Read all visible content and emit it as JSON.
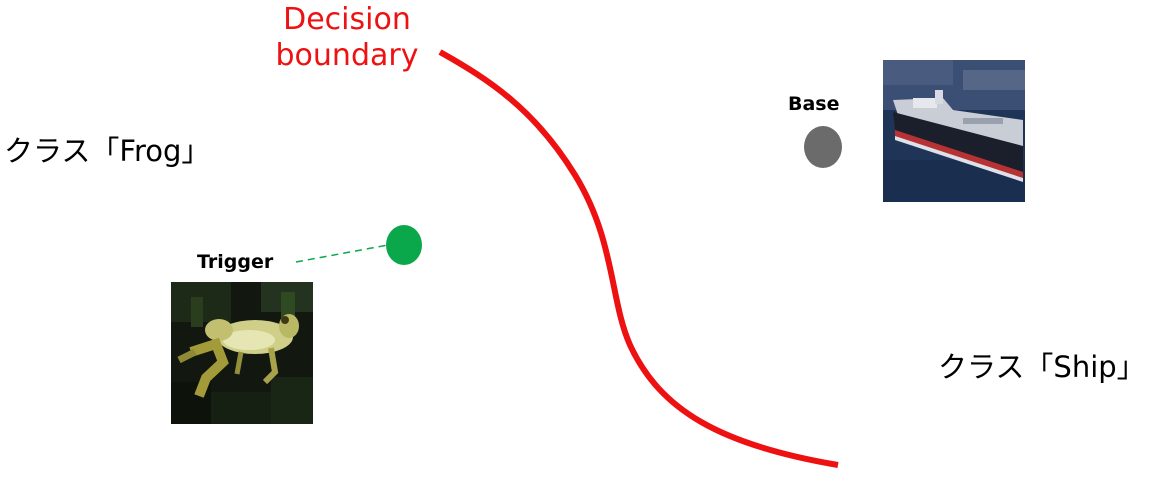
{
  "boundary": {
    "label_line1": "Decision",
    "label_line2": "boundary",
    "color": "#ee1111"
  },
  "classes": {
    "frog": "クラス「Frog」",
    "ship": "クラス「Ship」"
  },
  "points": {
    "trigger": {
      "label": "Trigger",
      "color": "#0aa84a"
    },
    "base": {
      "label": "Base",
      "color": "#6b6b6b"
    }
  },
  "images": {
    "frog": "frog-photo",
    "ship": "ship-photo"
  }
}
